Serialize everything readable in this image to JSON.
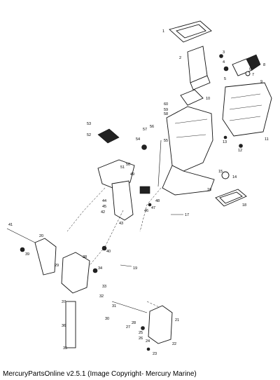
{
  "caption": "MercuryPartsOnline v2.5.1 (Image Copyright- Mercury Marine)",
  "callouts": [
    "1",
    "2",
    "3",
    "4",
    "5",
    "6",
    "7",
    "8",
    "9",
    "10",
    "11",
    "12",
    "13",
    "14",
    "15",
    "16",
    "17",
    "18",
    "19",
    "20",
    "21",
    "22",
    "23",
    "24",
    "25",
    "26",
    "27",
    "28",
    "29",
    "30",
    "31",
    "32",
    "33",
    "34",
    "35",
    "36",
    "37",
    "38",
    "39",
    "40",
    "41",
    "42",
    "43",
    "44",
    "45",
    "46",
    "47",
    "48",
    "49",
    "50",
    "51",
    "52",
    "53",
    "54",
    "55",
    "56",
    "57",
    "58",
    "59",
    "60"
  ]
}
